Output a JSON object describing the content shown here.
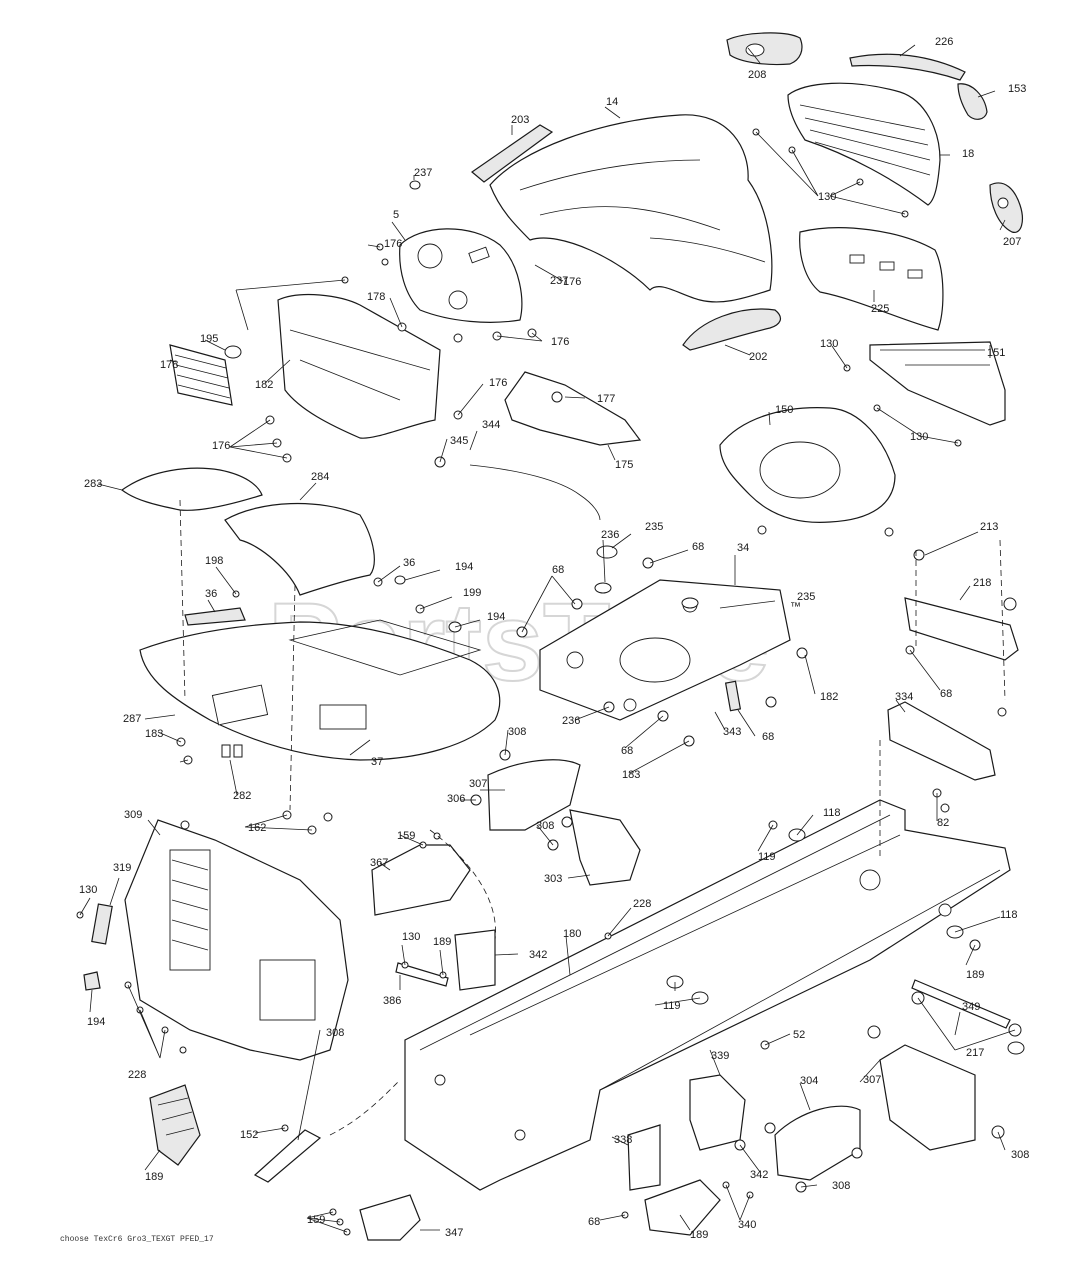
{
  "diagram": {
    "watermark": "PartsTree",
    "trademark": "™",
    "footer_code": "choose TexCr6 Gro3_TEXGT PFED_17",
    "labels": [
      "208",
      "226",
      "153",
      "14",
      "203",
      "18",
      "130",
      "237",
      "207",
      "5",
      "176",
      "176",
      "237",
      "178",
      "225",
      "176",
      "195",
      "178",
      "182",
      "176",
      "202",
      "130",
      "151",
      "177",
      "345",
      "344",
      "176",
      "175",
      "150",
      "130",
      "283",
      "284",
      "235",
      "236",
      "68",
      "34",
      "213",
      "198",
      "36",
      "194",
      "36",
      "199",
      "194",
      "68",
      "235",
      "218",
      "68",
      "182",
      "287",
      "183",
      "236",
      "343",
      "68",
      "308",
      "68",
      "334",
      "307",
      "282",
      "183",
      "37",
      "306",
      "162",
      "308",
      "82",
      "309",
      "159",
      "118",
      "319",
      "130",
      "119",
      "367",
      "303",
      "228",
      "118",
      "130",
      "189",
      "180",
      "342",
      "189",
      "119",
      "194",
      "386",
      "349",
      "217",
      "52",
      "228",
      "308",
      "339",
      "304",
      "307",
      "152",
      "338",
      "342",
      "308",
      "308",
      "189",
      "340",
      "159",
      "68",
      "347",
      "189",
      "386"
    ]
  }
}
